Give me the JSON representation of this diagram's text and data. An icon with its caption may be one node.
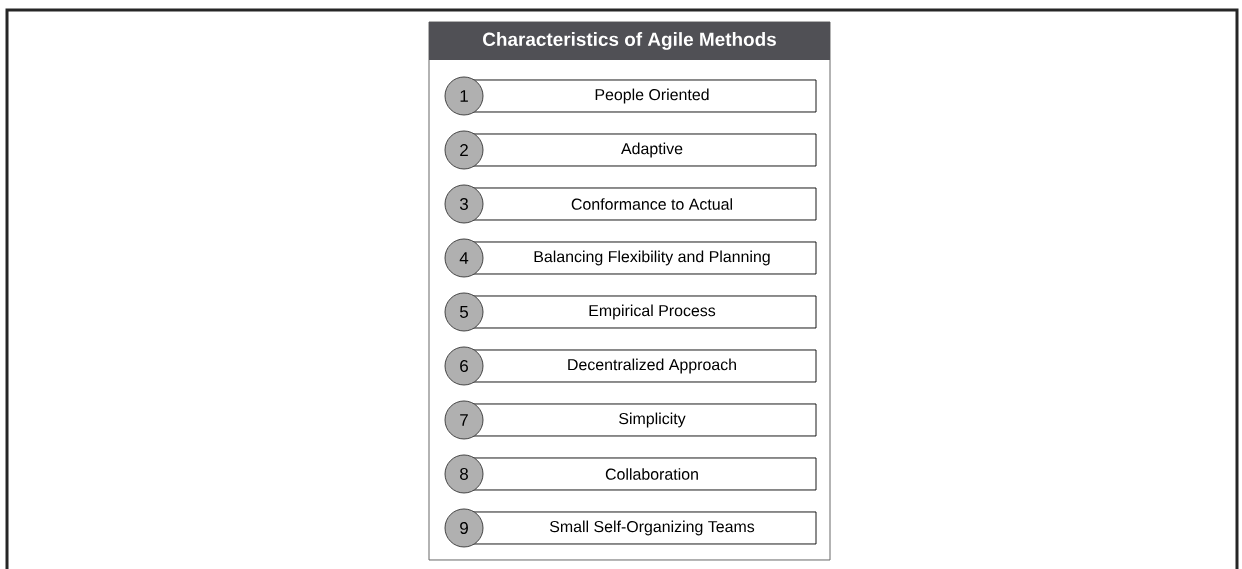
{
  "diagram": {
    "nodes": [
      {
        "text": [
          "Characteristics of Agile Methods"
        ]
      },
      {
        "text": [
          "1"
        ],
        "in": 0
      },
      {
        "text": [
          "People Oriented"
        ],
        "in": 0
      },
      {
        "text": [
          "2"
        ],
        "in": 0
      },
      {
        "text": [
          "Adaptive"
        ],
        "in": 0
      },
      {
        "text": [
          "3"
        ],
        "in": 0
      },
      {
        "text": [
          "Conformance to Actual"
        ],
        "in": 0
      },
      {
        "text": [
          "4"
        ],
        "in": 0
      },
      {
        "text": [
          "Balancing Flexibility and Planning"
        ],
        "in": 0
      },
      {
        "text": [
          "5"
        ],
        "in": 0
      },
      {
        "text": [
          "Empirical Process"
        ],
        "in": 0
      },
      {
        "text": [
          "6"
        ],
        "in": 0
      },
      {
        "text": [
          "Decentralized Approach"
        ],
        "in": 0
      },
      {
        "text": [
          "7"
        ],
        "in": 0
      },
      {
        "text": [
          "Simplicity"
        ],
        "in": 0
      },
      {
        "text": [
          "8"
        ],
        "in": 0
      },
      {
        "text": [
          "Collaboration"
        ],
        "in": 0
      },
      {
        "text": [
          "9"
        ],
        "in": 0
      },
      {
        "text": [
          "Small Self-Organizing Teams"
        ],
        "in": 0
      }
    ]
  }
}
